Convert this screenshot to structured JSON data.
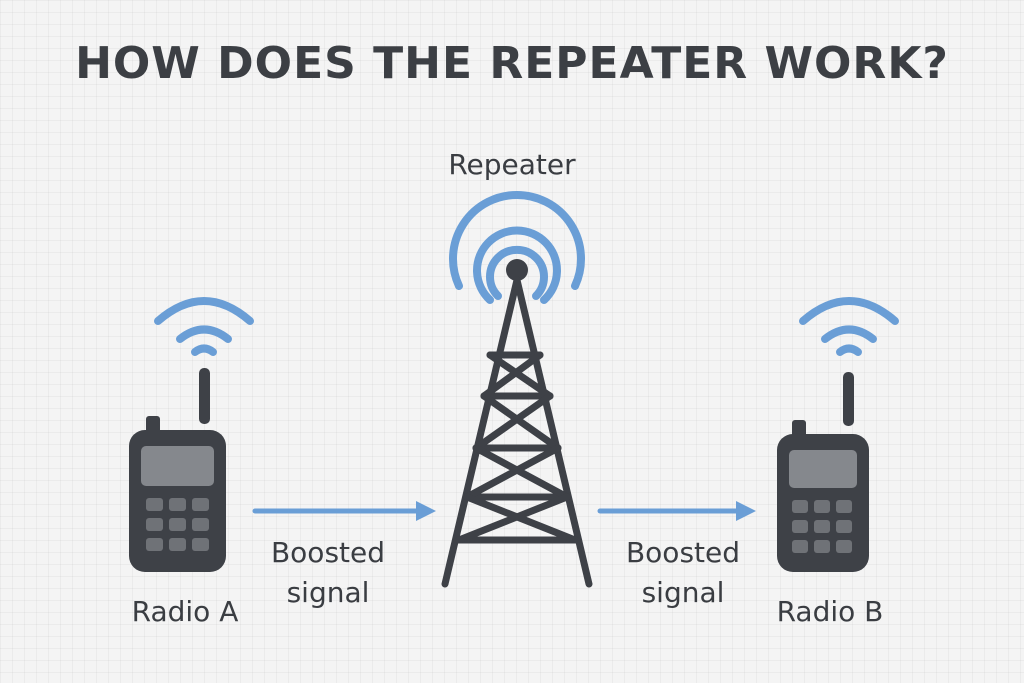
{
  "diagram": {
    "title": "HOW DOES THE REPEATER WORK?",
    "repeater_label": "Repeater",
    "radio_a_label": "Radio A",
    "radio_b_label": "Radio B",
    "signal_left_label": "Boosted\nsignal",
    "signal_right_label": "Boosted\nsignal"
  },
  "colors": {
    "signal_blue": "#6a9ed6",
    "device_dark": "#3e4147",
    "screen_gray": "#85888d",
    "key_gray": "#6f7277",
    "background": "#f4f4f4"
  },
  "icons": {
    "radio_a": "walkie-talkie-icon",
    "radio_b": "walkie-talkie-icon",
    "tower": "radio-tower-icon",
    "waves": "wifi-signal-icon",
    "arrows": "arrow-right-icon"
  }
}
